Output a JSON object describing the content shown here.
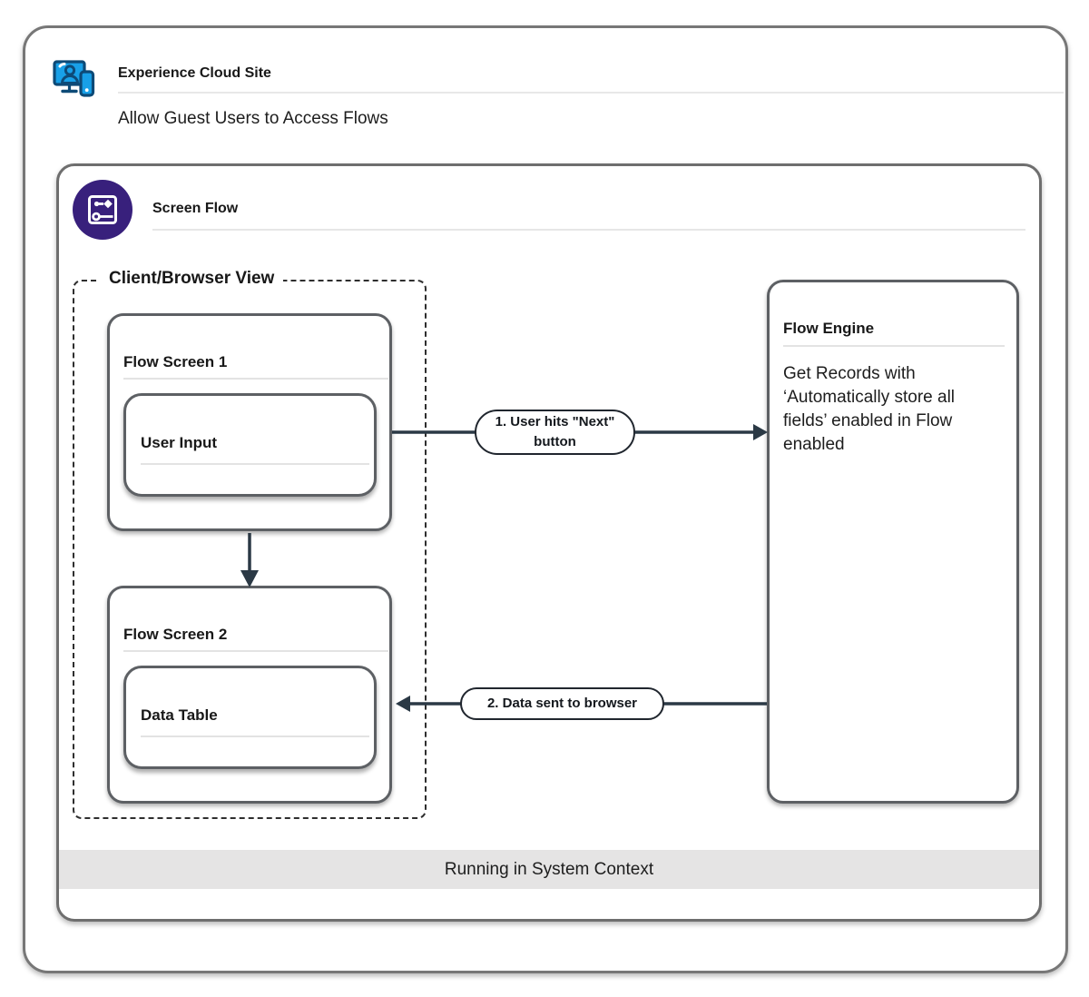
{
  "header": {
    "title": "Experience Cloud Site",
    "subtitle": "Allow Guest Users to Access Flows"
  },
  "icons": {
    "experience_cloud": "experience-cloud-site-icon",
    "screen_flow": "screen-flow-icon"
  },
  "screen_flow": {
    "title": "Screen Flow",
    "client_view": {
      "label": "Client/Browser View",
      "screens": [
        {
          "title": "Flow Screen 1",
          "component": "User Input"
        },
        {
          "title": "Flow Screen 2",
          "component": "Data Table"
        }
      ]
    },
    "flow_engine": {
      "title": "Flow Engine",
      "body": "Get Records with ‘Automatically store all fields’ enabled in Flow enabled"
    },
    "arrows": [
      {
        "label": "1. User hits \"Next\" button",
        "direction": "right"
      },
      {
        "label": "2. Data sent to browser",
        "direction": "left"
      },
      {
        "label": "",
        "direction": "down"
      }
    ],
    "footer": "Running in System Context"
  },
  "colors": {
    "accent_purple": "#38207C",
    "accent_blue": "#18A0E8",
    "icon_outline_navy": "#0D4A77",
    "arrow_dark": "#2B3945",
    "border_gray": "#6E6E6E",
    "box_border_gray": "#5D6064",
    "band_gray": "#E5E4E4"
  }
}
